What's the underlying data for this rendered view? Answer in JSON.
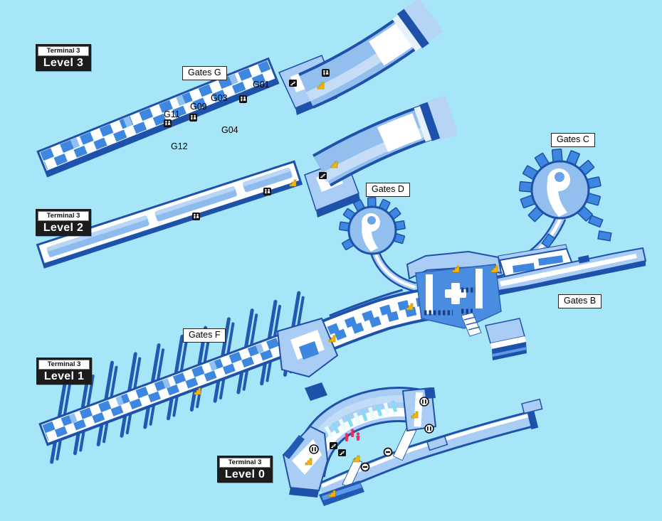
{
  "map_title": "Terminal 3",
  "background_color": "#a6e6f8",
  "palette": {
    "dark_blue": "#1e52aa",
    "mid_blue": "#3d87e0",
    "light_blue": "#a9cdf4",
    "pale_blue": "#c6ddf8",
    "belt_cyan": "#86dcf4",
    "label_black": "#1c1c1c",
    "accent_yellow": "#f5b800",
    "accent_red": "#e8315a"
  },
  "level_badges": [
    {
      "terminal": "Terminal 3",
      "level": "Level 3"
    },
    {
      "terminal": "Terminal 3",
      "level": "Level 2"
    },
    {
      "terminal": "Terminal 3",
      "level": "Level 1"
    },
    {
      "terminal": "Terminal 3",
      "level": "Level 0"
    }
  ],
  "gate_area_labels": [
    {
      "label": "Gates G"
    },
    {
      "label": "Gates D"
    },
    {
      "label": "Gates C"
    },
    {
      "label": "Gates B"
    },
    {
      "label": "Gates F"
    }
  ],
  "gate_numbers": [
    {
      "label": "G01"
    },
    {
      "label": "G03"
    },
    {
      "label": "G09"
    },
    {
      "label": "G11"
    },
    {
      "label": "G04"
    },
    {
      "label": "G12"
    }
  ],
  "icons": {
    "restroom-icon": "black square / circle with white WC figures",
    "escalator-icon": "black square with white steps",
    "stairs-icon": "yellow staircase mark",
    "shuttle-icon": "white circle with black bar",
    "meeting-point-icon": "three red figures"
  }
}
